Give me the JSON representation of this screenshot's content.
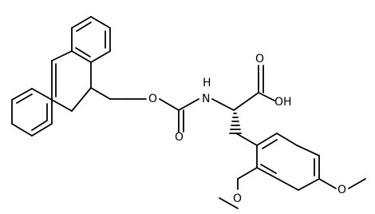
{
  "structure": {
    "atom_labels": {
      "oxygen": "O",
      "nitrogen_h": "H",
      "nitrogen": "N",
      "carbonyl_oxygen": "O",
      "acid_oxygen": "O",
      "hydroxyl": "OH",
      "methoxy_oxygen_ortho": "O",
      "methoxy_oxygen_para": "O"
    }
  }
}
